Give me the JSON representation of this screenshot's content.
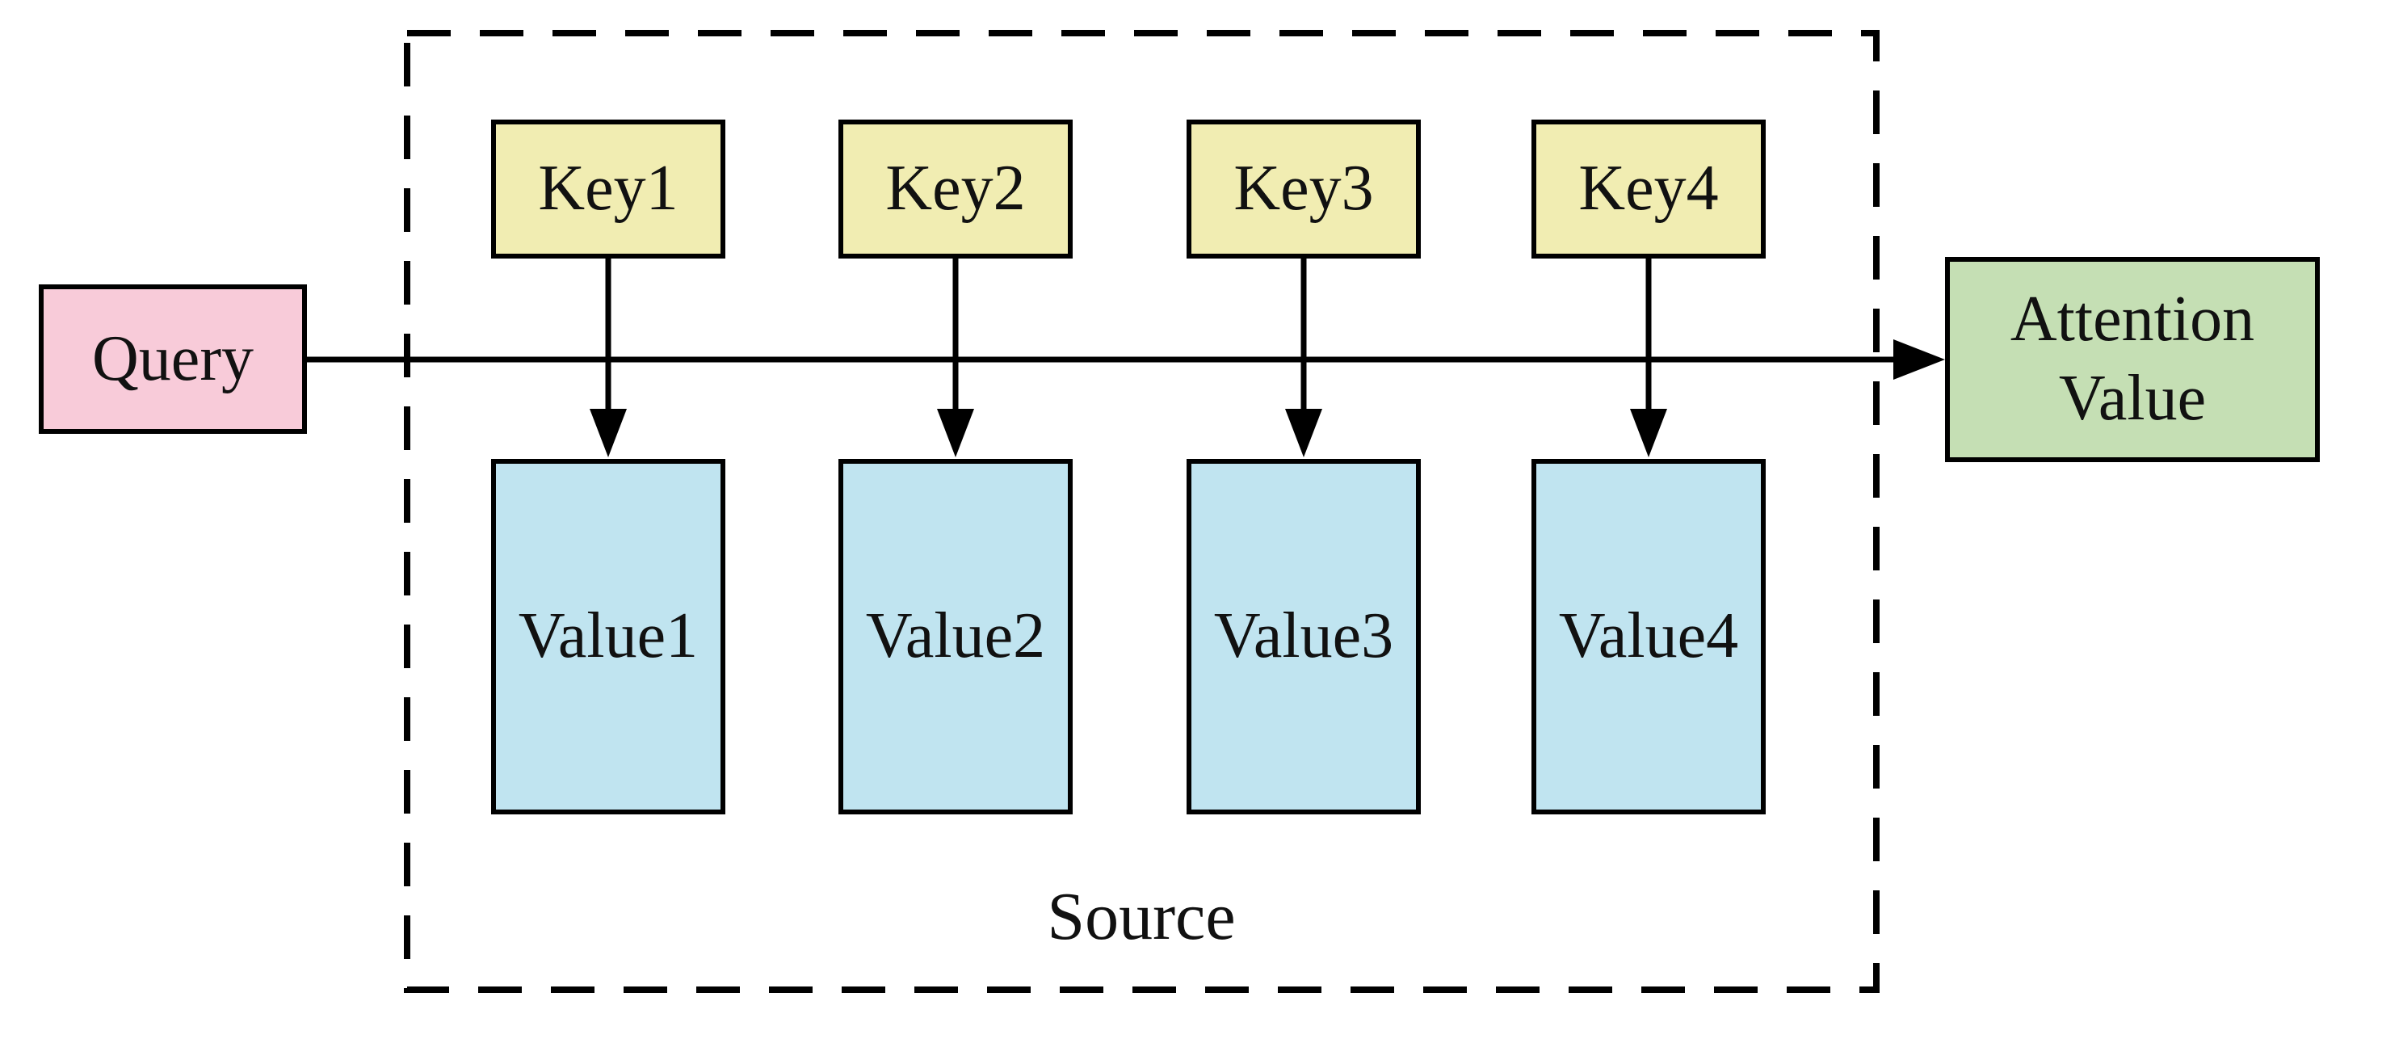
{
  "diagram": {
    "query": {
      "label": "Query"
    },
    "keys": [
      {
        "label": "Key1"
      },
      {
        "label": "Key2"
      },
      {
        "label": "Key3"
      },
      {
        "label": "Key4"
      }
    ],
    "values": [
      {
        "label": "Value1"
      },
      {
        "label": "Value2"
      },
      {
        "label": "Value3"
      },
      {
        "label": "Value4"
      }
    ],
    "attention_value": {
      "lines": [
        "Attention",
        "Value"
      ]
    },
    "source": {
      "label": "Source"
    },
    "colors": {
      "query_fill": "#f8cbd9",
      "key_fill": "#f1edb2",
      "value_fill": "#c0e4f0",
      "attention_fill": "#c5dfb4",
      "stroke": "#000000",
      "background": "#ffffff"
    }
  }
}
